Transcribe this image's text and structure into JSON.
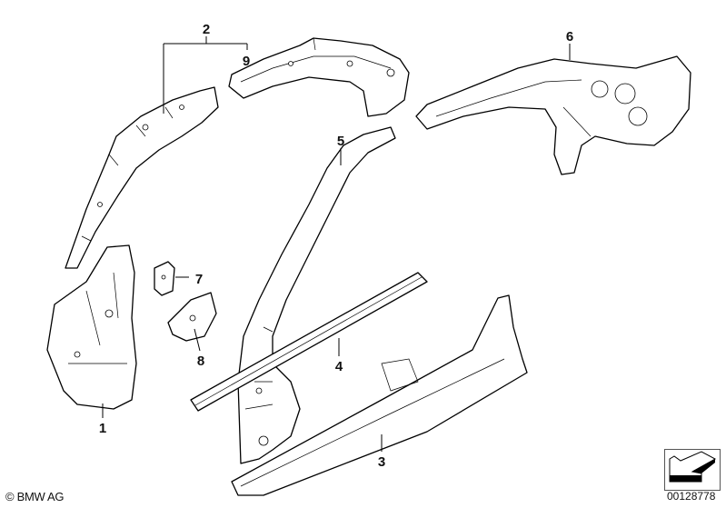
{
  "callouts": {
    "c1": "1",
    "c2": "2",
    "c3": "3",
    "c4": "4",
    "c5": "5",
    "c6": "6",
    "c7": "7",
    "c8": "8",
    "c9": "9"
  },
  "footer": {
    "copyright": "© BMW AG",
    "diagram_number": "00128778"
  }
}
